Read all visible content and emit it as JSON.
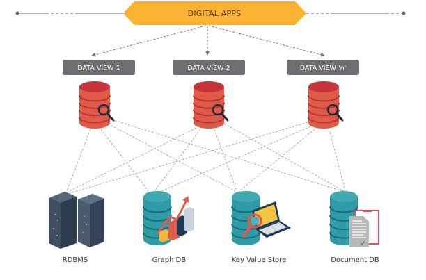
{
  "diagram": {
    "top": {
      "label": "DIGITAL APPS",
      "color": "#FBB131"
    },
    "views": [
      {
        "label": "DATA VIEW 1"
      },
      {
        "label": "DATA VIEW 2"
      },
      {
        "label": "DATA VIEW 'n'"
      }
    ],
    "stores": [
      {
        "label": "RDBMS",
        "icon": "server-rack-icon"
      },
      {
        "label": "Graph DB",
        "icon": "database-chart-icon"
      },
      {
        "label": "Key Value Store",
        "icon": "database-laptop-icon"
      },
      {
        "label": "Document DB",
        "icon": "database-document-icon"
      }
    ],
    "colors": {
      "view_tag": "#6D6E71",
      "view_db": "#E05A4A",
      "store_db": "#2E9CA6",
      "server": "#3A4A5E",
      "connector": "#999999"
    }
  }
}
